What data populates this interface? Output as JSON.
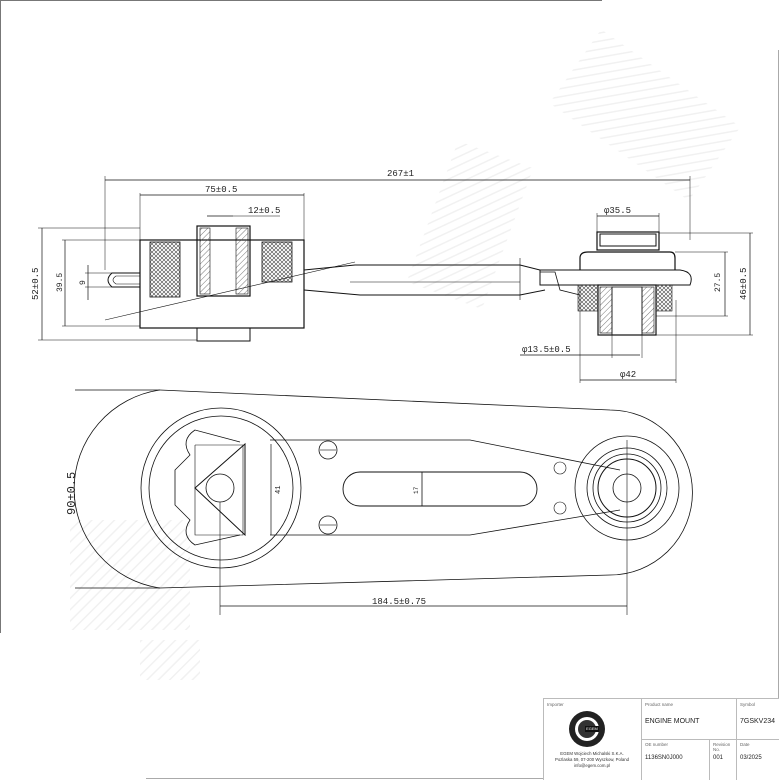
{
  "drawing": {
    "product": "Engine mount technical drawing",
    "views": [
      "side section view",
      "top view"
    ],
    "dimensions": {
      "overall_length": "267±1",
      "left_mount_width": "75±0.5",
      "inner_bush_width": "12±0.5",
      "left_height_total": "52±0.5",
      "left_height_inner": "39.5",
      "flange_thickness": "9",
      "right_top_diameter": "φ35.5",
      "right_height_total": "46±0.5",
      "right_height_inner": "27.5",
      "right_bore": "φ13.5±0.5",
      "right_outer_diameter": "φ42",
      "top_view_width": "90±0.5",
      "triangle_height": "41",
      "slot_width": "17",
      "center_distance": "184.5±0.75"
    }
  },
  "title_block": {
    "importer_label": "Importer",
    "address_lines": [
      "EGEM Wojciech Michalski S.K.A.",
      "Pozlaska 59, 07-200 Wyszkow, Poland",
      "info@egem.com.pl"
    ],
    "logo_text": "EGEM",
    "product_name_label": "Product name",
    "product_name": "ENGINE MOUNT",
    "symbol_label": "Symbol",
    "symbol": "7GSKV234",
    "oe_number_label": "OE number",
    "oe_number": "1136SN0J000",
    "revision_label": "Revision No.",
    "revision": "001",
    "date_label": "Date",
    "date": "03/2025"
  }
}
